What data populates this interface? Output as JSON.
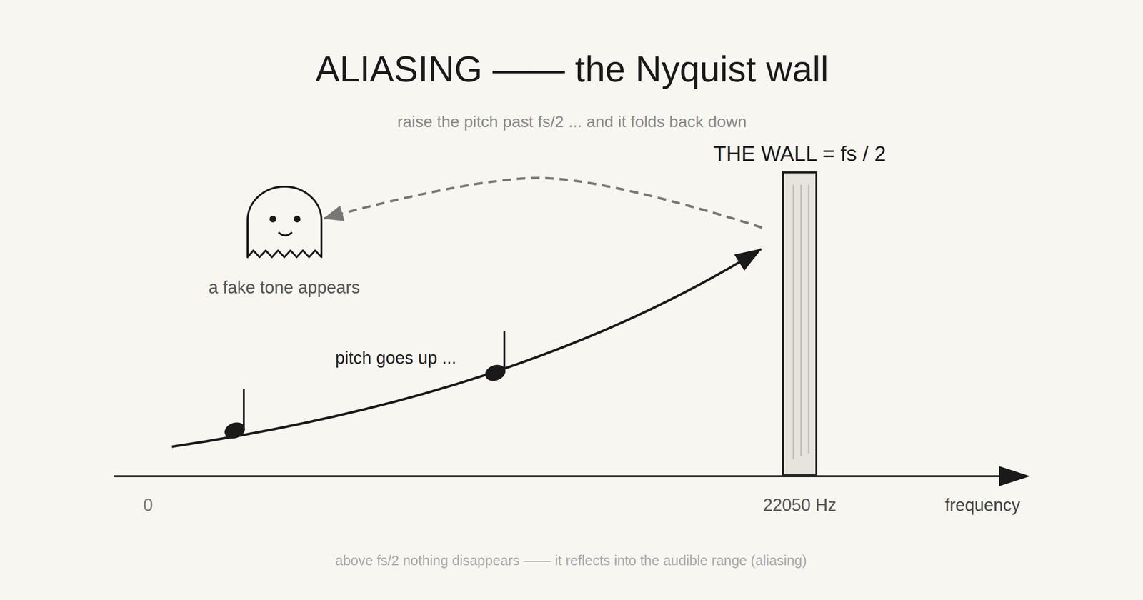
{
  "diagram": {
    "title": "ALIASING —— the Nyquist wall",
    "caption": "above fs/2 nothing disappears —— it reflects into the audible range (aliasing)",
    "nodes": [
      {
        "text": [
          "THE WALL = fs / 2"
        ]
      },
      {
        "text": [
          "a fake tone appears"
        ]
      }
    ],
    "edges": [
      {
        "from": 0,
        "to": 1,
        "arrow": "to"
      }
    ],
    "labels": [
      "raise the pitch past fs/2 ... and it folds back down",
      "pitch goes up ...",
      "0",
      "22050 Hz",
      "frequency"
    ]
  }
}
